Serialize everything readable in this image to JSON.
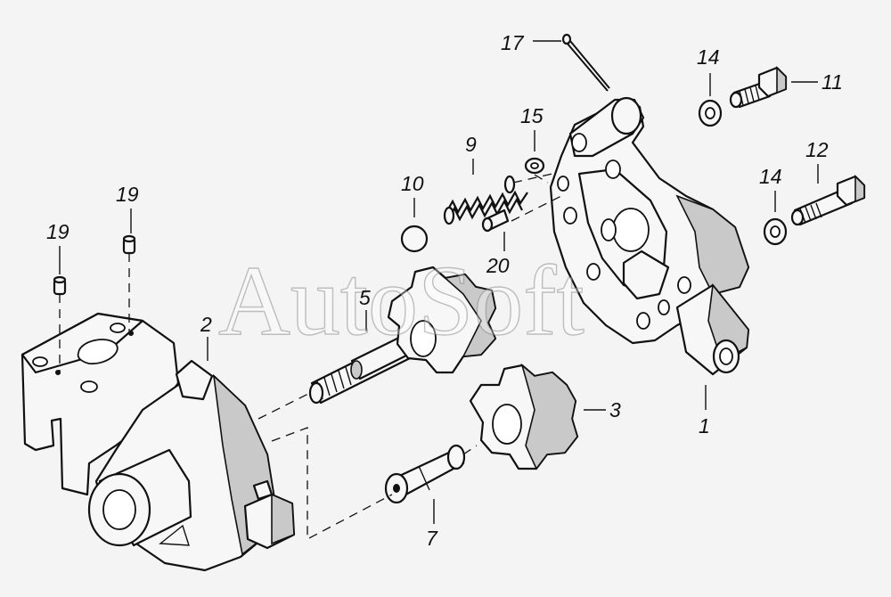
{
  "watermark": "AutoSoft",
  "callouts": [
    {
      "id": "c1",
      "text": "1"
    },
    {
      "id": "c2",
      "text": "2"
    },
    {
      "id": "c3",
      "text": "3"
    },
    {
      "id": "c5",
      "text": "5"
    },
    {
      "id": "c7",
      "text": "7"
    },
    {
      "id": "c9",
      "text": "9"
    },
    {
      "id": "c10",
      "text": "10"
    },
    {
      "id": "c11",
      "text": "11"
    },
    {
      "id": "c12",
      "text": "12"
    },
    {
      "id": "c14a",
      "text": "14"
    },
    {
      "id": "c14b",
      "text": "14"
    },
    {
      "id": "c15",
      "text": "15"
    },
    {
      "id": "c17",
      "text": "17"
    },
    {
      "id": "c19a",
      "text": "19"
    },
    {
      "id": "c19b",
      "text": "19"
    },
    {
      "id": "c20",
      "text": "20"
    }
  ]
}
